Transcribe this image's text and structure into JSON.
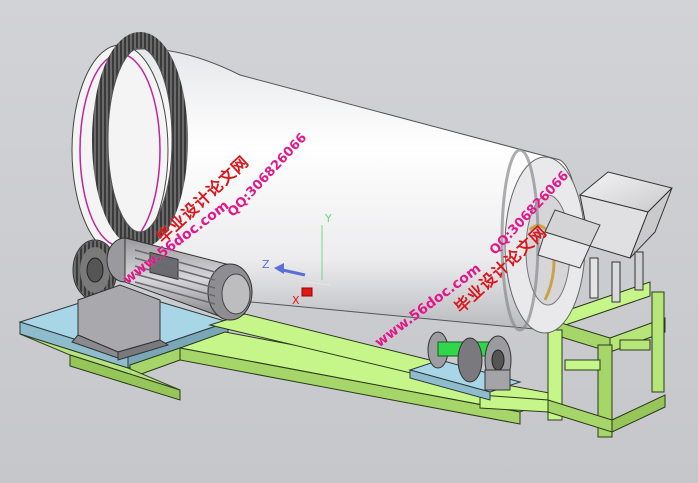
{
  "watermarks": {
    "site_name_cn": "毕业设计论文网",
    "url": "www.56doc.com",
    "qq": "QQ:306826066"
  },
  "triad": {
    "x_label": "X",
    "y_label": "Y",
    "z_label": "Z"
  },
  "colors": {
    "background": "#c9cacd",
    "frame_green": "#c6f58a",
    "base_plate_blue": "#a9d6e6",
    "drum_white": "#f2f2f2",
    "gear_gray": "#6f6f6f",
    "watermark_pink": "#e0198a",
    "watermark_red": "#d9161c"
  }
}
